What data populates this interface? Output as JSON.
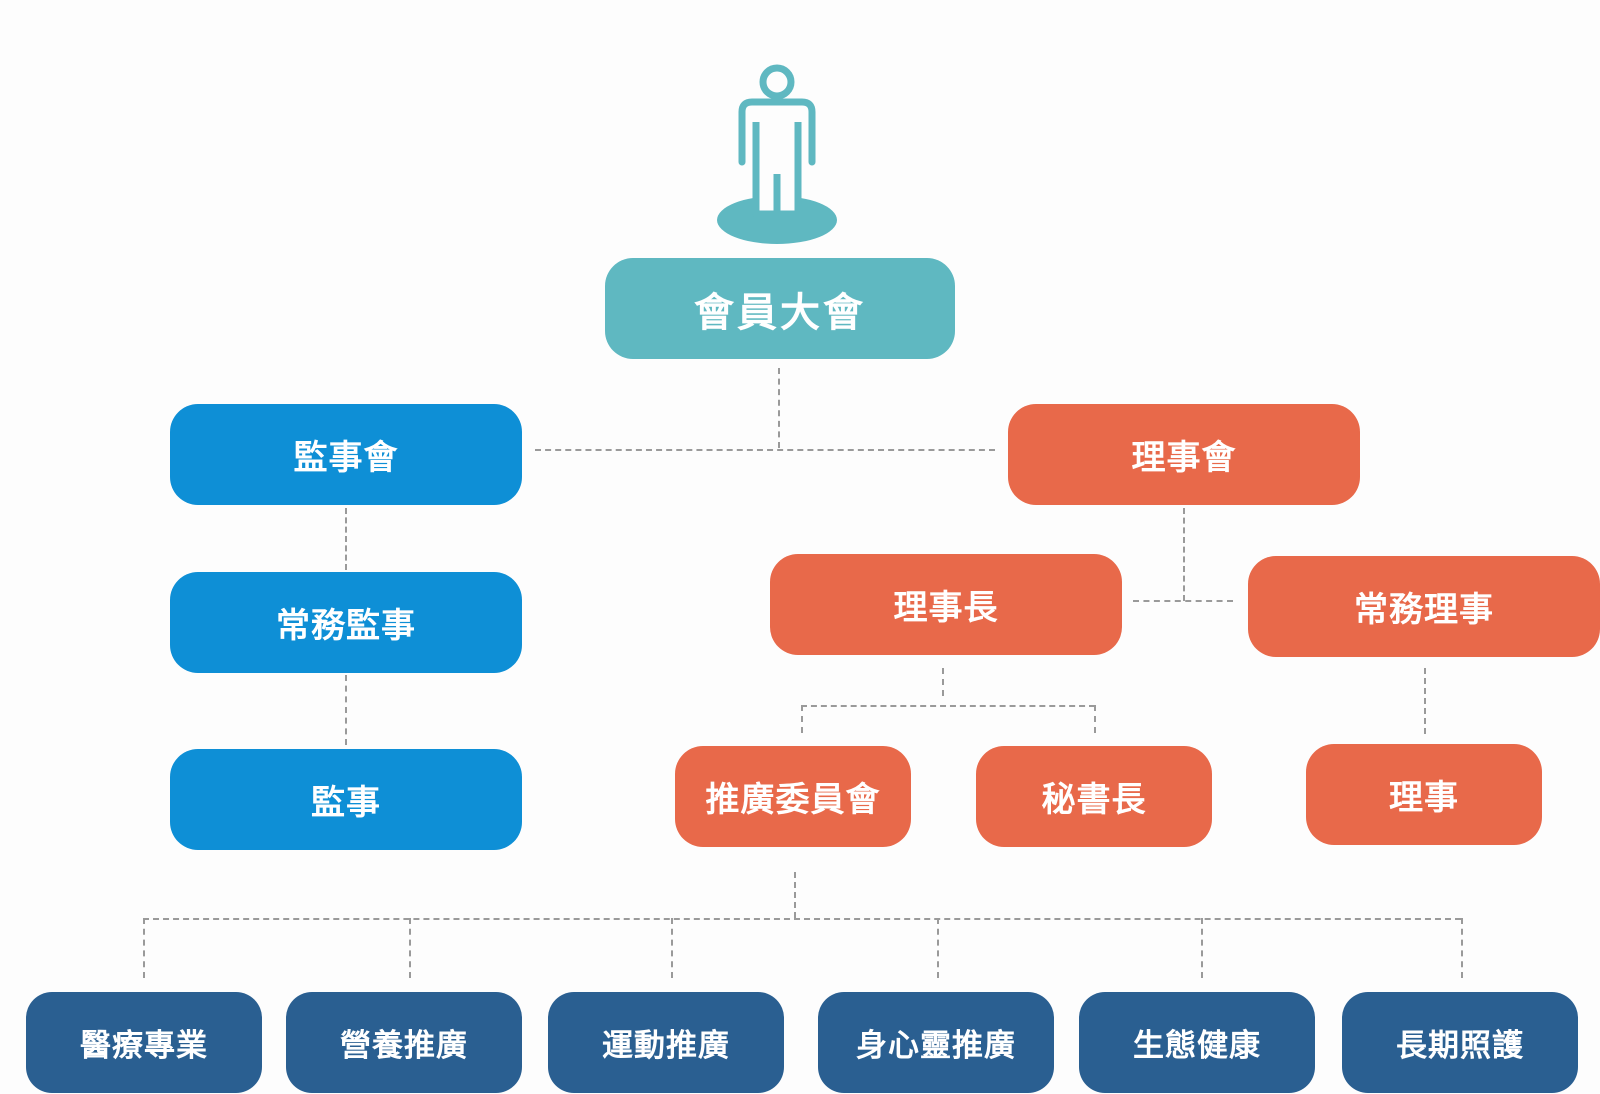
{
  "colors": {
    "root": "#5fb8c1",
    "supervisor_branch": "#0e8fd6",
    "director_branch": "#e8694a",
    "program_units": "#2a5f91",
    "connector": "#9a9a9a",
    "background": "#fdfdfd"
  },
  "icon": {
    "top": "person-on-platform-icon"
  },
  "root": {
    "label": "會員大會"
  },
  "supervisors": {
    "board": "監事會",
    "standing": "常務監事",
    "member": "監事"
  },
  "directors": {
    "board": "理事會",
    "chairman": "理事長",
    "standing": "常務理事",
    "member": "理事",
    "promotion_committee": "推廣委員會",
    "secretary_general": "秘書長"
  },
  "programs": [
    {
      "label": "醫療專業"
    },
    {
      "label": "營養推廣"
    },
    {
      "label": "運動推廣"
    },
    {
      "label": "身心靈推廣"
    },
    {
      "label": "生態健康"
    },
    {
      "label": "長期照護"
    }
  ]
}
